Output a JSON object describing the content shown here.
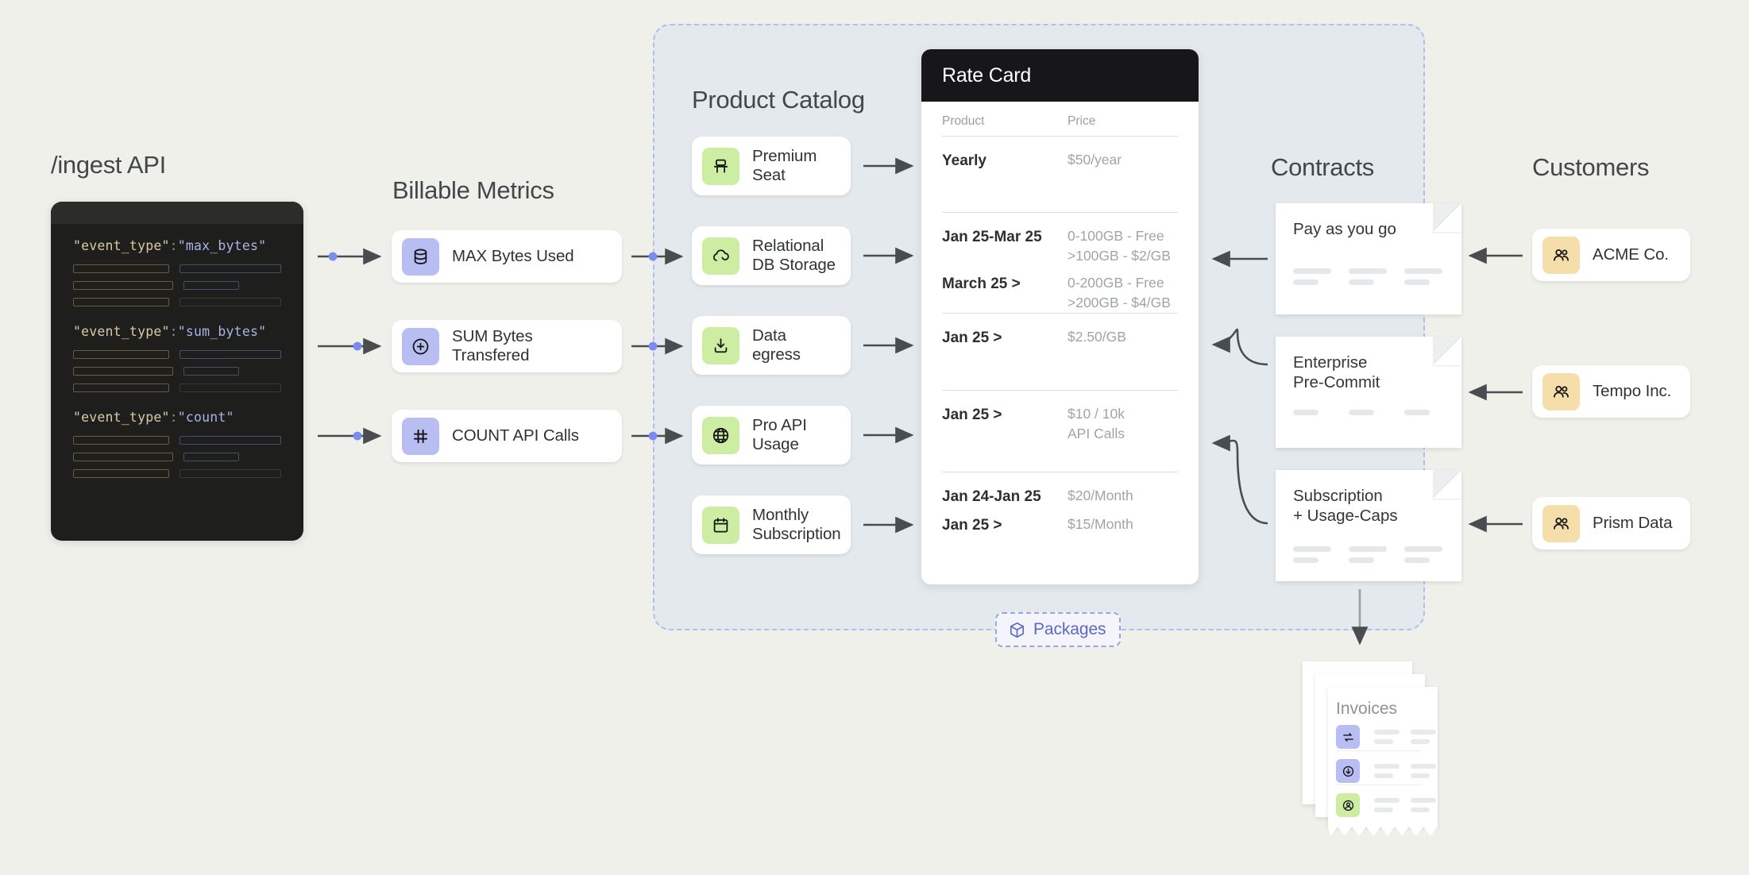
{
  "sections": {
    "ingest_api": "/ingest API",
    "billable_metrics": "Billable Metrics",
    "product_catalog": "Product Catalog",
    "contracts": "Contracts",
    "customers": "Customers"
  },
  "code_block": {
    "lines": [
      {
        "key": "\"event_type\"",
        "colon": ":",
        "value": "\"max_bytes\""
      },
      {
        "key": "\"event_type\"",
        "colon": ":",
        "value": "\"sum_bytes\""
      },
      {
        "key": "\"event_type\"",
        "colon": ":",
        "value": "\"count\""
      }
    ]
  },
  "billable_metrics": [
    {
      "label": "MAX Bytes Used",
      "icon": "database-icon",
      "icon_bg": "#b8bdf2"
    },
    {
      "label": "SUM Bytes Transfered",
      "icon": "plus-circle-icon",
      "icon_bg": "#b8bdf2"
    },
    {
      "label": "COUNT API Calls",
      "icon": "hash-icon",
      "icon_bg": "#b8bdf2"
    }
  ],
  "products": [
    {
      "label": "Premium\nSeat",
      "icon": "seat-icon",
      "icon_bg": "#cdeda2"
    },
    {
      "label": "Relational\nDB Storage",
      "icon": "cloud-icon",
      "icon_bg": "#cdeda2"
    },
    {
      "label": "Data\negress",
      "icon": "download-icon",
      "icon_bg": "#cdeda2"
    },
    {
      "label": "Pro API\nUsage",
      "icon": "globe-icon",
      "icon_bg": "#cdeda2"
    },
    {
      "label": "Monthly\nSubscription",
      "icon": "calendar-icon",
      "icon_bg": "#cdeda2"
    }
  ],
  "rate_card": {
    "title": "Rate Card",
    "columns": {
      "product": "Product",
      "price": "Price"
    },
    "groups": [
      {
        "rows": [
          {
            "product": "Yearly",
            "price": "$50/year"
          }
        ]
      },
      {
        "rows": [
          {
            "product": "Jan 25-Mar 25",
            "price": "0-100GB - Free\n>100GB - $2/GB"
          },
          {
            "product": "March 25 >",
            "price": "0-200GB - Free\n>200GB - $4/GB"
          }
        ]
      },
      {
        "rows": [
          {
            "product": "Jan 25 >",
            "price": "$2.50/GB"
          }
        ]
      },
      {
        "rows": [
          {
            "product": "Jan 25 >",
            "price": "$10 / 10k\nAPI Calls"
          }
        ]
      },
      {
        "rows": [
          {
            "product": "Jan 24-Jan 25",
            "price": "$20/Month"
          },
          {
            "product": "Jan 25 >",
            "price": "$15/Month"
          }
        ]
      }
    ]
  },
  "contracts": [
    {
      "title": "Pay as you go",
      "rows": 2
    },
    {
      "title": "Enterprise\nPre-Commit",
      "rows": 1
    },
    {
      "title": "Subscription\n+ Usage-Caps",
      "rows": 2
    }
  ],
  "customers": [
    {
      "label": "ACME Co.",
      "icon": "users-icon",
      "icon_bg": "#f5deaa"
    },
    {
      "label": "Tempo Inc.",
      "icon": "users-icon",
      "icon_bg": "#f5deaa"
    },
    {
      "label": "Prism Data",
      "icon": "users-icon",
      "icon_bg": "#f5deaa"
    }
  ],
  "packages_badge": {
    "label": "Packages",
    "icon": "cube-icon",
    "color": "#5b68c4"
  },
  "invoices": {
    "title": "Invoices",
    "rows": [
      {
        "icon": "transfer-icon",
        "icon_bg": "#b8bdf2"
      },
      {
        "icon": "download-circle-icon",
        "icon_bg": "#b8bdf2"
      },
      {
        "icon": "user-circle-icon",
        "icon_bg": "#cdeda2"
      }
    ]
  },
  "colors": {
    "background": "#f0f0eb",
    "catalog_fill": "#e4e9ed",
    "catalog_border": "#b4bdea",
    "metric_icon": "#b8bdf2",
    "product_icon": "#cdeda2",
    "customer_icon": "#f5deaa",
    "accent_dot": "#7b8cf0",
    "arrow": "#4a4d50"
  }
}
